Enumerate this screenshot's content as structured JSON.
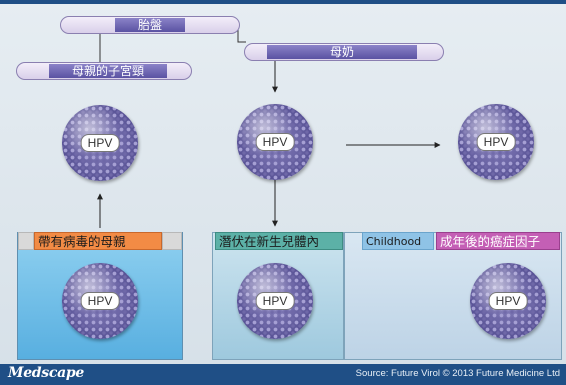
{
  "banners": {
    "placenta": "胎盤",
    "breast_milk": "母奶",
    "cervix": "母親的子宮頸"
  },
  "virus_label": "HPV",
  "panels": {
    "mother": "帶有病毒的母親",
    "latent": "潛伏在新生兒體內",
    "childhood": "Childhood",
    "adult": "成年後的癌症因子"
  },
  "footer": {
    "brand": "Medscape",
    "source": "Source: Future Virol © 2013 Future Medicine Ltd"
  }
}
